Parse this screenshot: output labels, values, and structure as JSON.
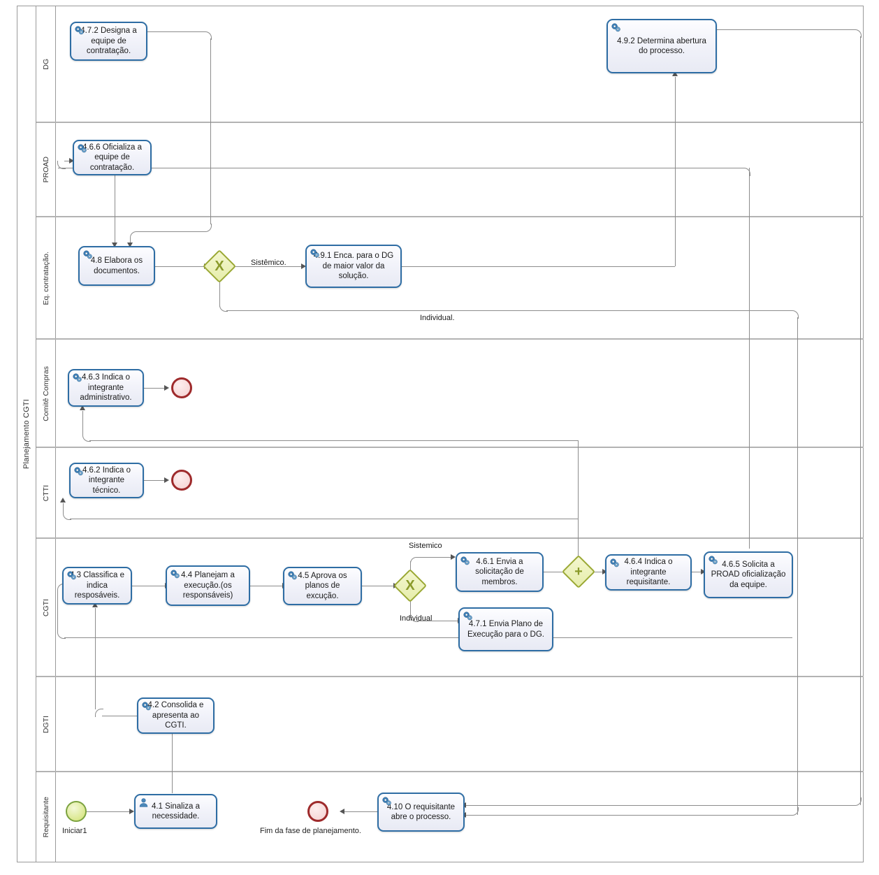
{
  "pool": {
    "label": "Planejamento CGTI"
  },
  "lanes": [
    {
      "id": "dg",
      "label": "DG"
    },
    {
      "id": "proad",
      "label": "PROAD"
    },
    {
      "id": "eqcon",
      "label": "Eq. contratação."
    },
    {
      "id": "comite",
      "label": "Comitê Compras"
    },
    {
      "id": "ctti",
      "label": "CTTI"
    },
    {
      "id": "cgti",
      "label": "CGTI"
    },
    {
      "id": "dgti",
      "label": "DGTI"
    },
    {
      "id": "requis",
      "label": "Requisitante"
    }
  ],
  "tasks": [
    {
      "id": "t472",
      "label": "4.7.2 Designa a equipe de contratação.",
      "icon": "service-gear-icon",
      "lane": "dg"
    },
    {
      "id": "t492",
      "label": "4.9.2 Determina abertura do processo.",
      "icon": "service-gear-icon",
      "lane": "dg"
    },
    {
      "id": "t466",
      "label": "4.6.6 Oficializa a equipe de contratação.",
      "icon": "service-gear-icon",
      "lane": "proad"
    },
    {
      "id": "t48",
      "label": "4.8 Elabora os documentos.",
      "icon": "service-gear-icon",
      "lane": "eqcon"
    },
    {
      "id": "t491",
      "label": "4.9.1 Enca. para o DG de maior valor da solução.",
      "icon": "service-gear-icon",
      "lane": "eqcon"
    },
    {
      "id": "t463",
      "label": "4.6.3 Indica o integrante administrativo.",
      "icon": "service-gear-icon",
      "lane": "comite"
    },
    {
      "id": "t462",
      "label": "4.6.2 Indica o integrante técnico.",
      "icon": "service-gear-icon",
      "lane": "ctti"
    },
    {
      "id": "t43",
      "label": "4.3 Classifica e indica resposáveis.",
      "icon": "service-gear-icon",
      "lane": "cgti"
    },
    {
      "id": "t44",
      "label": "4.4 Planejam a execução.(os responsáveis)",
      "icon": "service-gear-icon",
      "lane": "cgti"
    },
    {
      "id": "t45",
      "label": "4.5 Aprova os planos de excução.",
      "icon": "service-gear-icon",
      "lane": "cgti"
    },
    {
      "id": "t461",
      "label": "4.6.1 Envia a solicitação de membros.",
      "icon": "service-gear-icon",
      "lane": "cgti"
    },
    {
      "id": "t471",
      "label": "4.7.1 Envia Plano de Execução para o DG.",
      "icon": "service-gear-icon",
      "lane": "cgti"
    },
    {
      "id": "t464",
      "label": "4.6.4 Indica o integrante requisitante.",
      "icon": "service-gear-icon",
      "lane": "cgti"
    },
    {
      "id": "t465",
      "label": "4.6.5 Solicita a PROAD oficialização da equipe.",
      "icon": "service-gear-icon",
      "lane": "cgti"
    },
    {
      "id": "t42",
      "label": "4.2 Consolida e apresenta ao CGTI.",
      "icon": "service-gear-icon",
      "lane": "dgti"
    },
    {
      "id": "t41",
      "label": "4.1 Sinaliza a necessidade.",
      "icon": "user-task-icon",
      "lane": "requis"
    },
    {
      "id": "t410",
      "label": "4.10 O requisitante abre o processo.",
      "icon": "service-gear-icon",
      "lane": "requis"
    }
  ],
  "events": [
    {
      "id": "start1",
      "type": "start",
      "caption": "Iniciar1",
      "lane": "requis"
    },
    {
      "id": "end_comite",
      "type": "end",
      "caption": "",
      "lane": "comite"
    },
    {
      "id": "end_ctti",
      "type": "end",
      "caption": "",
      "lane": "ctti"
    },
    {
      "id": "end_fim",
      "type": "end",
      "caption": "Fim da fase de planejamento.",
      "lane": "requis"
    }
  ],
  "gateways": [
    {
      "id": "gw_eqcon",
      "type": "exclusive",
      "mark": "X",
      "lane": "eqcon"
    },
    {
      "id": "gw_cgti",
      "type": "exclusive",
      "mark": "X",
      "lane": "cgti"
    },
    {
      "id": "gw_par",
      "type": "parallel",
      "mark": "+",
      "lane": "cgti"
    }
  ],
  "flow_labels": {
    "sistemico_eqcon": "Sistêmico.",
    "individual_eqcon": "Individual.",
    "sistemico_cgti": "Sistemico",
    "individual_cgti": "Individual"
  },
  "colors": {
    "task_border": "#2E6DA4",
    "task_fill": "#eef0f8",
    "gateway_border": "#9AA832",
    "gateway_fill": "#e9efb2",
    "start_border": "#7BA23F",
    "end_border": "#9E2A2B",
    "lane_line": "#9a9a9a",
    "connector": "#8c8c8c"
  }
}
